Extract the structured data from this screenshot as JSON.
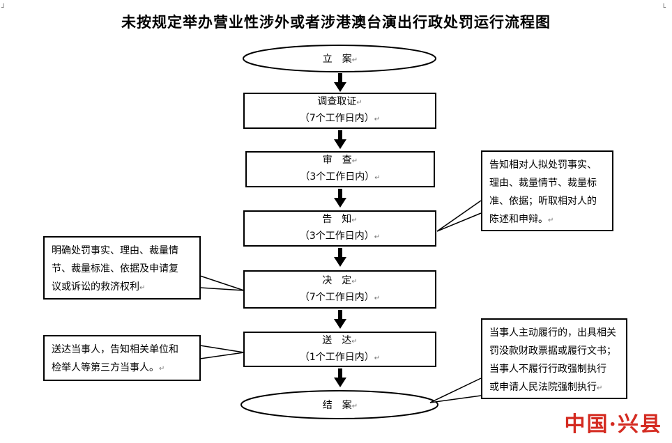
{
  "title": "未按规定举办营业性涉外或者涉港澳台演出行政处罚运行流程图",
  "steps": [
    {
      "label": "立　案",
      "time": ""
    },
    {
      "label": "调查取证",
      "time": "（7个工作日内）"
    },
    {
      "label": "审　查",
      "time": "（3个工作日内）"
    },
    {
      "label": "告　知",
      "time": "（3个工作日内）"
    },
    {
      "label": "决　定",
      "time": "（7个工作日内）"
    },
    {
      "label": "送　达",
      "time": "（1个工作日内）"
    },
    {
      "label": "结　案",
      "time": ""
    }
  ],
  "notes": {
    "inform": [
      "告知相对人拟处罚事实、",
      "理由、裁量情节、裁量标",
      "准、依据；听取相对人的",
      "陈述和申辩。"
    ],
    "decision": [
      "明确处罚事实、理由、裁量情",
      "节、裁量标准、依据及申请复",
      "议或诉讼的救济权利"
    ],
    "deliver": [
      "送达当事人，告知相关单位和",
      "检举人等第三方当事人。"
    ],
    "close": [
      "当事人主动履行的，出具相关",
      "罚没款财政票据或履行文书；",
      "当事人不履行行政强制执行",
      "或申请人民法院强制执行"
    ]
  },
  "watermark": "中国·兴县",
  "colors": {
    "watermark": "#d42a20"
  }
}
